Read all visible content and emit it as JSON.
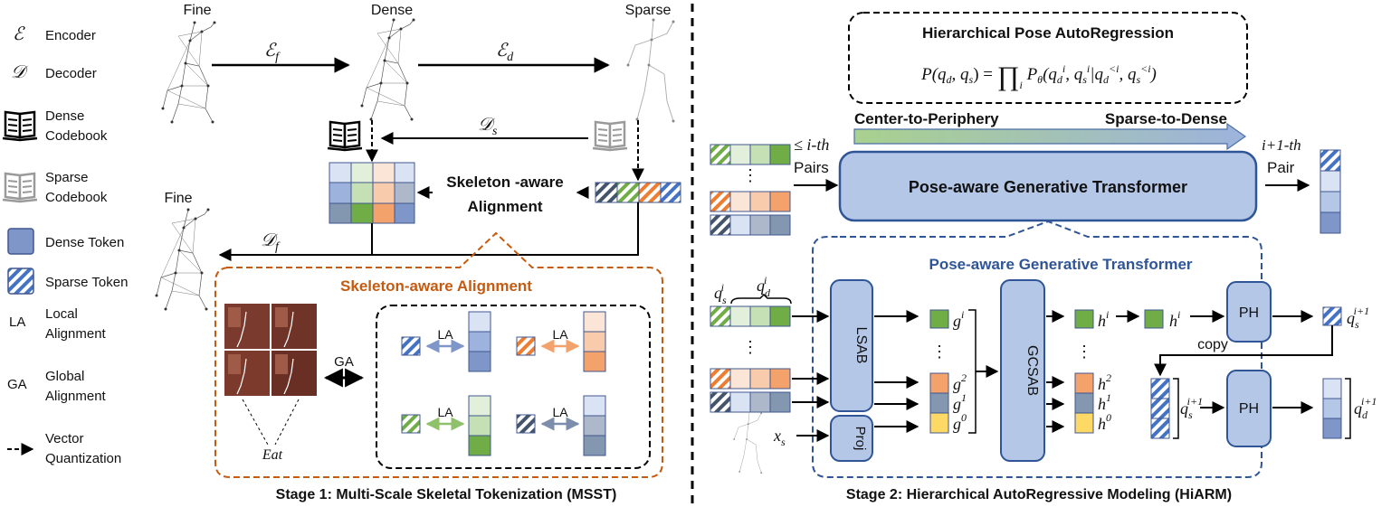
{
  "legend": {
    "encoder_symbol": "ℰ",
    "encoder": "Encoder",
    "decoder_symbol": "𝒟",
    "decoder": "Decoder",
    "dense_codebook_1": "Dense",
    "dense_codebook_2": "Codebook",
    "sparse_codebook_1": "Sparse",
    "sparse_codebook_2": "Codebook",
    "dense_token": "Dense Token",
    "sparse_token": "Sparse Token",
    "la_abbr": "LA",
    "la_1": "Local",
    "la_2": "Alignment",
    "ga_abbr": "GA",
    "ga_1": "Global",
    "ga_2": "Alignment",
    "vq_1": "Vector",
    "vq_2": "Quantization"
  },
  "stage1": {
    "fine_top": "Fine",
    "dense": "Dense",
    "sparse": "Sparse",
    "fine_bottom": "Fine",
    "enc_f": "ℰ",
    "enc_f_sub": "f",
    "enc_d": "ℰ",
    "enc_d_sub": "d",
    "dec_s": "𝒟",
    "dec_s_sub": "s",
    "dec_f": "𝒟",
    "dec_f_sub": "f",
    "skeleton_aware_1": "Skeleton -aware",
    "skeleton_aware_2": "Alignment",
    "panel_title": "Skeleton-aware Alignment",
    "ga": "GA",
    "la": "LA",
    "eat": "Eat",
    "caption": "Stage 1: Multi-Scale Skeletal Tokenization (MSST)"
  },
  "stage2": {
    "hpar_title": "Hierarchical Pose AutoRegression",
    "formula": "P(q_d, q_s) = ∏_i P_θ(q_d^i, q_s^i | q_d^{<i}, q_s^{<i})",
    "center_to_periphery": "Center-to-Periphery",
    "sparse_to_dense": "Sparse-to-Dense",
    "ith_1": "≤ i-th",
    "ith_2": "Pairs",
    "next_1": "i+1-th",
    "next_2": "Pair",
    "transformer": "Pose-aware Generative Transformer",
    "detail_title": "Pose-aware Generative Transformer",
    "lsab": "LSAB",
    "proj": "Proj",
    "gcsab": "GCSAB",
    "ph": "PH",
    "copy": "copy",
    "caption": "Stage 2: Hierarchical AutoRegressive Modeling (HiARM)"
  },
  "colors": {
    "dense_blue": "#7f97c8",
    "light_blue": "#b4c7e7",
    "green": "#70ad47",
    "orange": "#f4a26b",
    "slate": "#8497b0",
    "yellow": "#ffd966",
    "panel_orange": "#c55a11",
    "panel_blue": "#2f5597"
  }
}
